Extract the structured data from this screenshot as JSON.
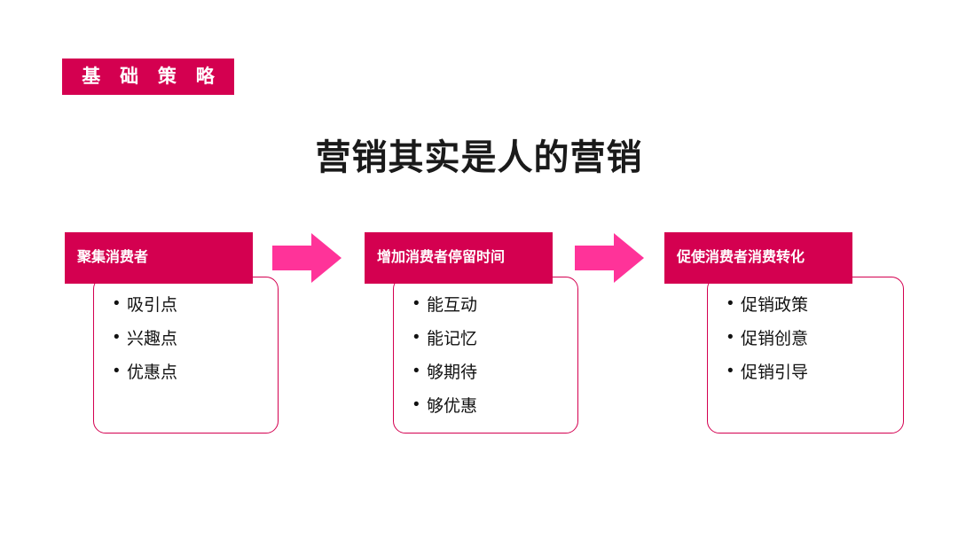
{
  "tag": {
    "label": "基 础 策 略",
    "bg_color": "#D40050",
    "text_color": "#FFFFFF"
  },
  "title": "营销其实是人的营销",
  "accent_color": "#D40050",
  "arrow_color": "#FF3399",
  "columns": [
    {
      "header": "聚集消费者",
      "items": [
        "吸引点",
        "兴趣点",
        "优惠点"
      ]
    },
    {
      "header": "增加消费者停留时间",
      "items": [
        "能互动",
        "能记忆",
        "够期待",
        "够优惠"
      ]
    },
    {
      "header": "促使消费者消费转化",
      "items": [
        "促销政策",
        "促销创意",
        "促销引导"
      ]
    }
  ],
  "arrows": [
    {
      "name": "arrow-1"
    },
    {
      "name": "arrow-2"
    }
  ]
}
